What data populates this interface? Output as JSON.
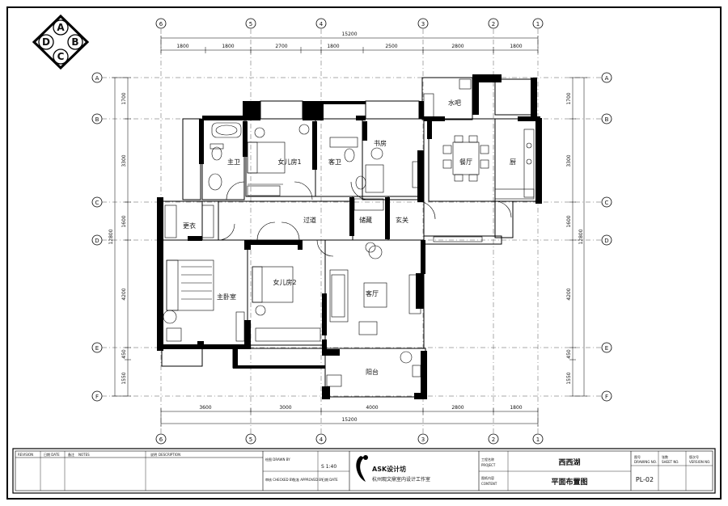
{
  "logo_letters": {
    "a": "A",
    "b": "B",
    "c": "C",
    "d": "D"
  },
  "dimensions": {
    "total_top": "15200",
    "total_bottom": "15200",
    "top_segments": [
      "1800",
      "1800",
      "2700",
      "1800",
      "2500",
      "2800",
      "1800"
    ],
    "bottom_segments": [
      "3600",
      "3000",
      "4000",
      "2800",
      "1800"
    ],
    "left_segments": [
      "1700",
      "3300",
      "1600",
      "4200",
      "450",
      "1550"
    ],
    "left_total": "12800",
    "right_segments": [
      "1700",
      "3300",
      "1600",
      "4200",
      "450",
      "1550"
    ],
    "right_total": "12800"
  },
  "grid_columns": [
    "6",
    "5",
    "4",
    "3",
    "2",
    "1"
  ],
  "grid_rows": [
    "A",
    "B",
    "C",
    "D",
    "E",
    "F"
  ],
  "rooms": {
    "master_bath": "主卫",
    "daughter_room_1": "女儿房1",
    "guest_bath": "客卫",
    "study": "书房",
    "water_bar": "水吧",
    "dining": "餐厅",
    "kitchen": "厨",
    "dressing": "更衣",
    "corridor": "过道",
    "shoe_cabinet": "储藏",
    "foyer": "玄关",
    "master_bedroom": "主卧室",
    "daughter_room_2": "女儿房2",
    "living": "客厅",
    "balcony": "阳台"
  },
  "title_block": {
    "revision": "REVISION",
    "date": "日期 DATE",
    "remarks": "备注",
    "notes_label": "NOTES",
    "description_cn": "说明",
    "description_en": "DESCRIPTION",
    "drawn_by": "绘图 DRAWN BY",
    "checked_by": "审核 CHECKED BY",
    "approved_by": "批准 APPROVED BY",
    "date_label": "日期 DATE",
    "scale": "S 1:40",
    "firm_short": "ASK设计坊",
    "firm_full": "杭州观文鼎室内设计工作室",
    "project_label_cn": "工程名称",
    "project_label_en": "PROJECT",
    "content_label_cn": "图纸内容",
    "content_label_en": "CONTENT",
    "project_name": "西西湖",
    "drawing_title": "平面布置图",
    "drawing_no_cn": "图号",
    "drawing_no_en": "DRAWING NO.",
    "sheet_no_cn": "张数",
    "sheet_no_en": "SHEET NO.",
    "version_cn": "版次号",
    "version_en": "VERSION NO.",
    "drawing_no": "PL-02"
  }
}
